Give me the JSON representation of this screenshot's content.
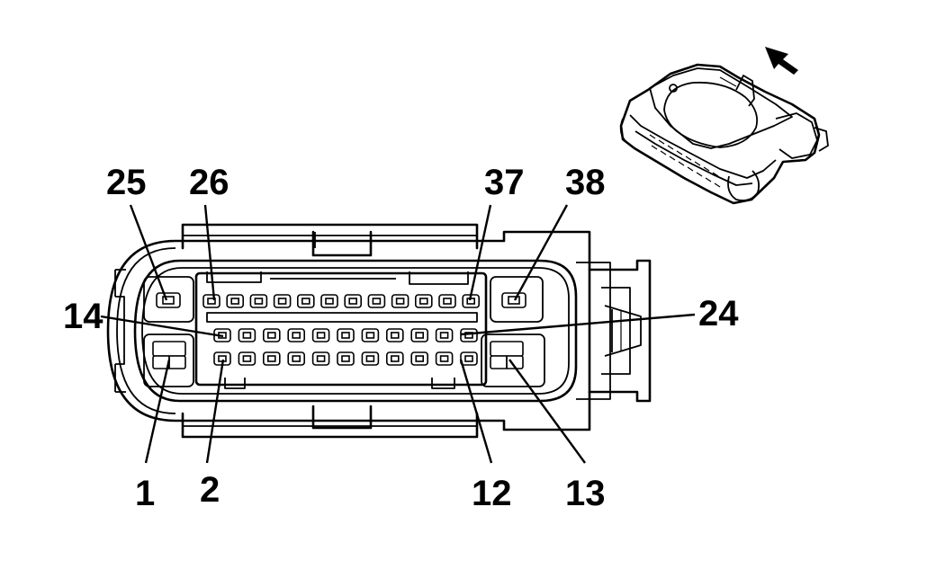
{
  "pin_labels": {
    "p25": "25",
    "p26": "26",
    "p37": "37",
    "p38": "38",
    "p14": "14",
    "p24": "24",
    "p1": "1",
    "p2": "2",
    "p12": "12",
    "p13": "13"
  },
  "connector": {
    "rows": [
      {
        "name": "top-row",
        "first_pin": 26,
        "last_pin": 37,
        "count": 12
      },
      {
        "name": "middle-row",
        "first_pin": 14,
        "last_pin": 24,
        "count": 11
      },
      {
        "name": "bottom-row",
        "first_pin": 2,
        "last_pin": 12,
        "count": 11
      }
    ],
    "large_pins": [
      1,
      13,
      25,
      38
    ]
  },
  "icons": {
    "arrow": "view-direction-arrow-icon",
    "perspective": "connector-perspective-icon"
  },
  "colors": {
    "line": "#000000",
    "background": "#ffffff"
  }
}
